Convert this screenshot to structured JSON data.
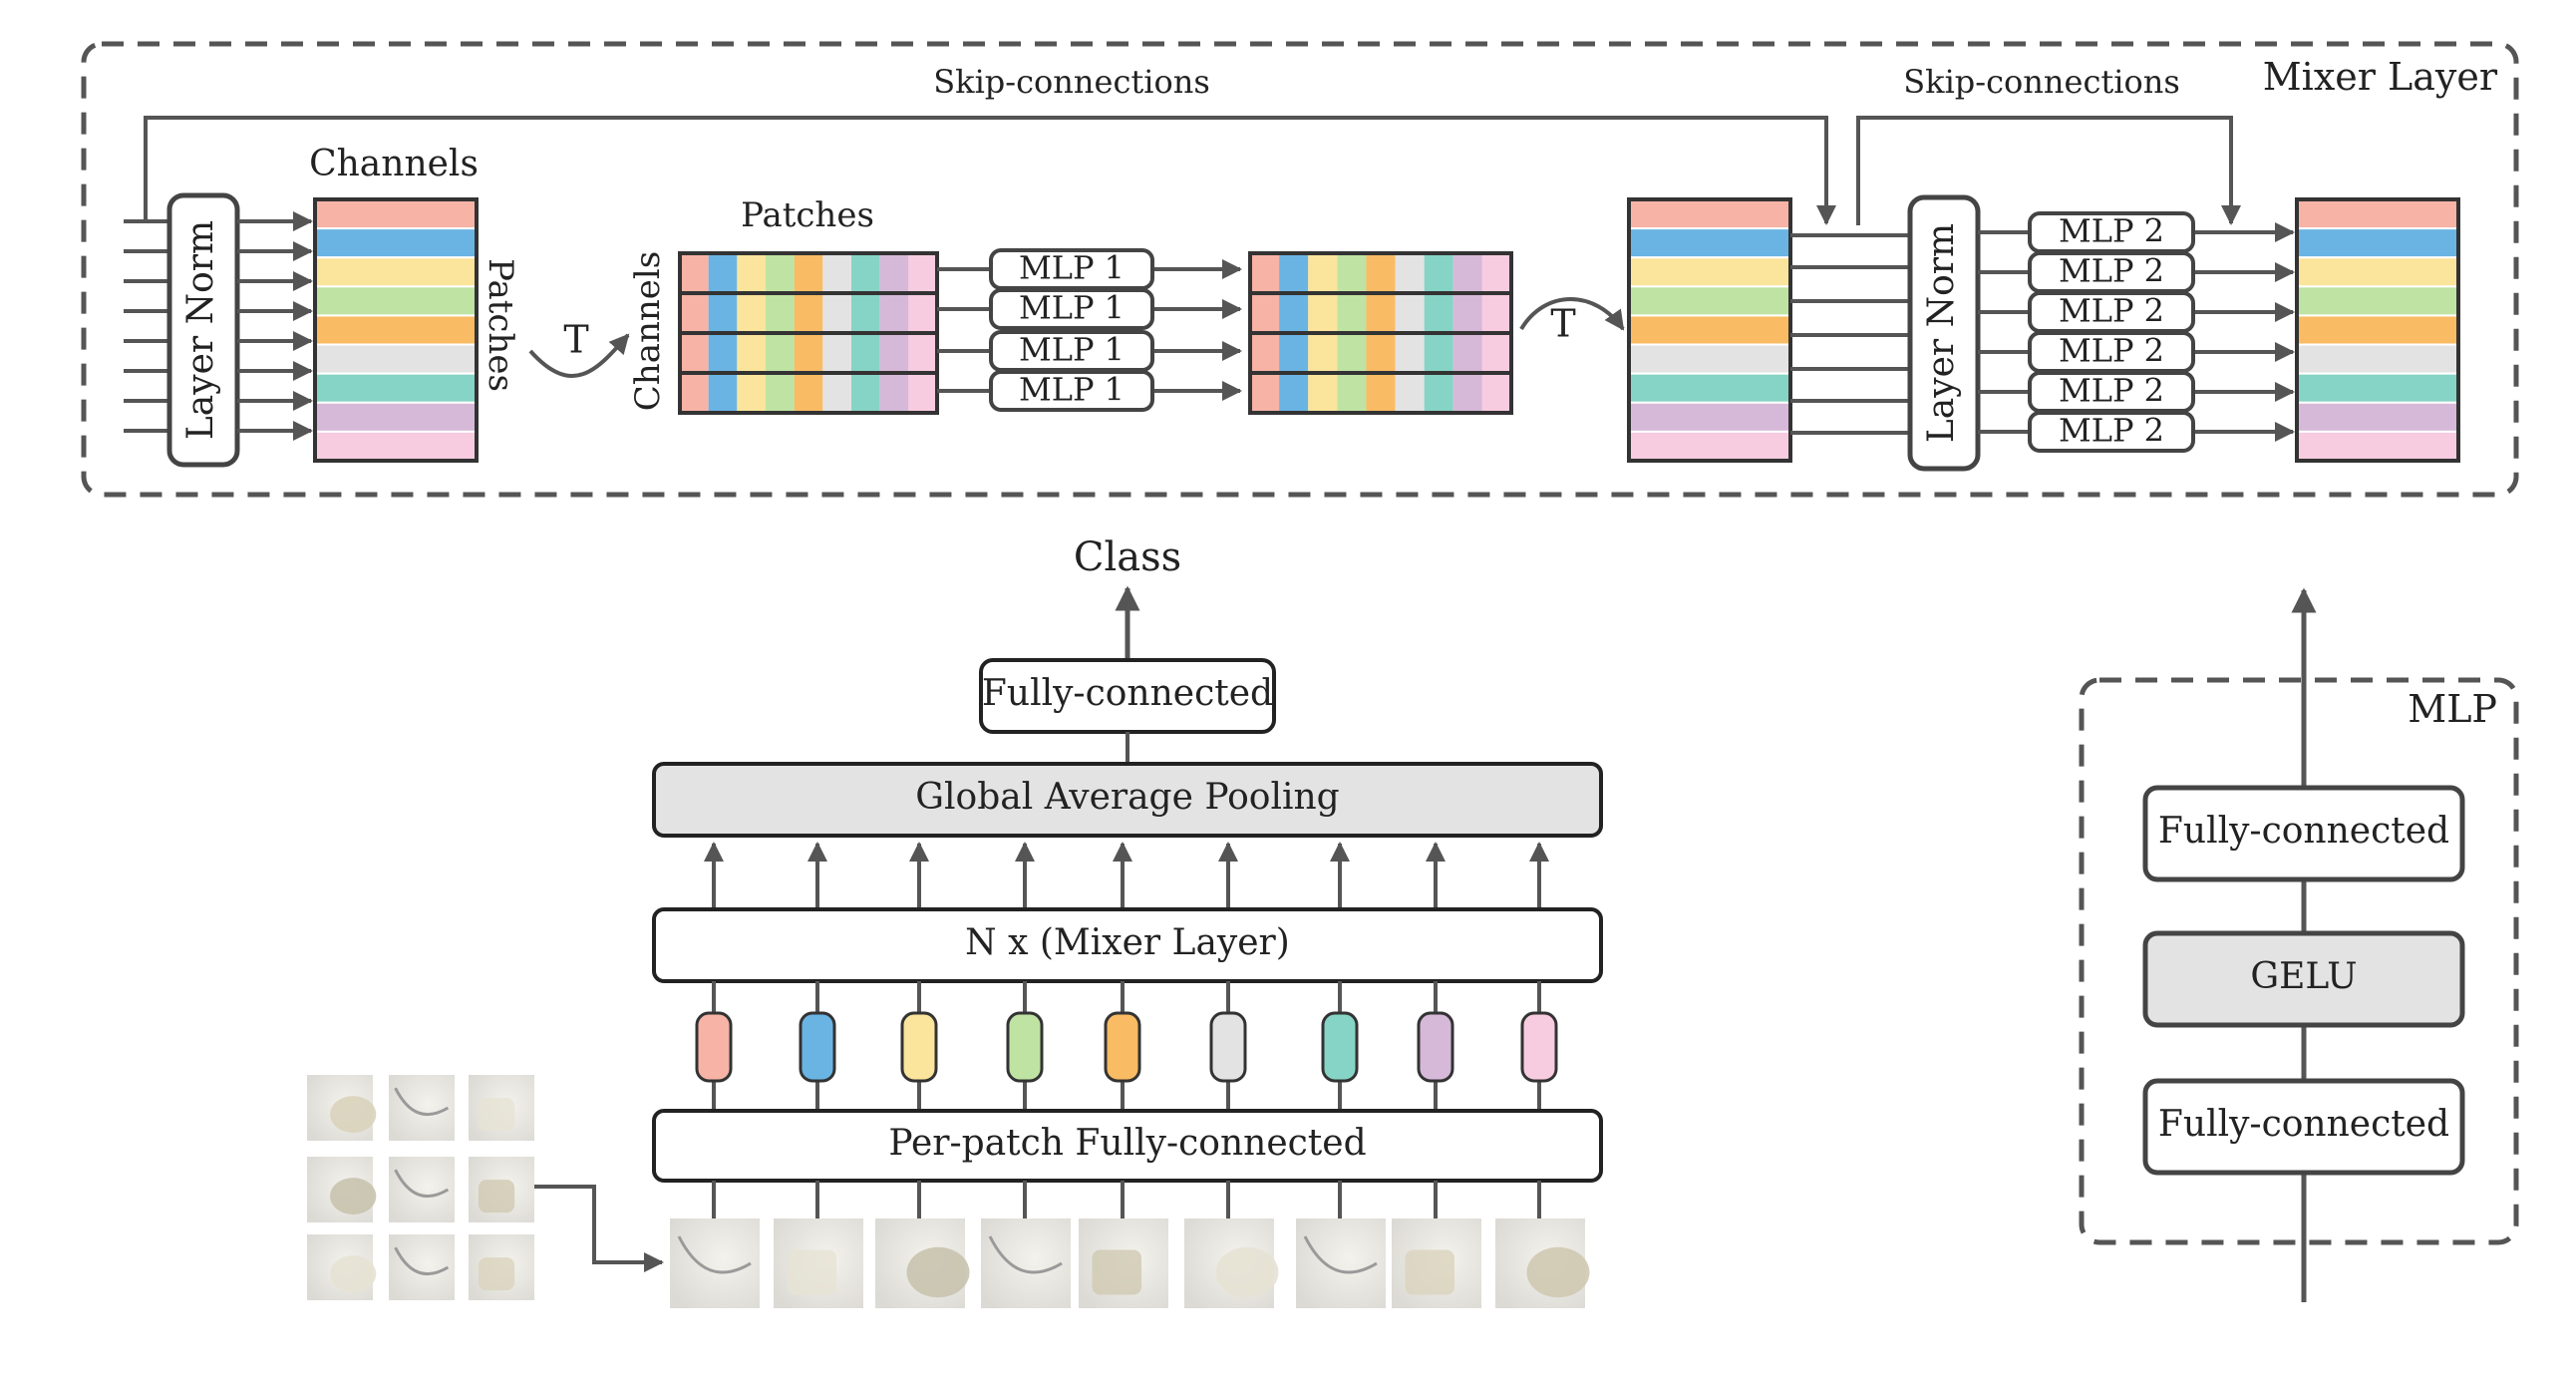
{
  "mixer_layer": {
    "title": "Mixer Layer",
    "skip_label_1": "Skip-connections",
    "skip_label_2": "Skip-connections",
    "layer_norm_1": "Layer Norm",
    "layer_norm_2": "Layer Norm",
    "channels_label": "Channels",
    "patches_side_label": "Patches",
    "transpose_1": "T",
    "transpose_2": "T",
    "patches_label": "Patches",
    "channels_side_label": "Channels",
    "mlp1_label": "MLP 1",
    "mlp2_label": "MLP 2"
  },
  "palette": [
    "#f6b3a6",
    "#6ab4e4",
    "#fbe49b",
    "#bfe3a3",
    "#f9bb63",
    "#e3e3e3",
    "#86d4c5",
    "#d6b9d8",
    "#f8cce0"
  ],
  "main": {
    "class_label": "Class",
    "fc_label": "Fully-connected",
    "gap_label": "Global Average Pooling",
    "mixer_label": "N x (Mixer Layer)",
    "per_patch_label": "Per-patch Fully-connected"
  },
  "mlp_block": {
    "title": "MLP",
    "fc_top": "Fully-connected",
    "gelu": "GELU",
    "fc_bottom": "Fully-connected"
  }
}
